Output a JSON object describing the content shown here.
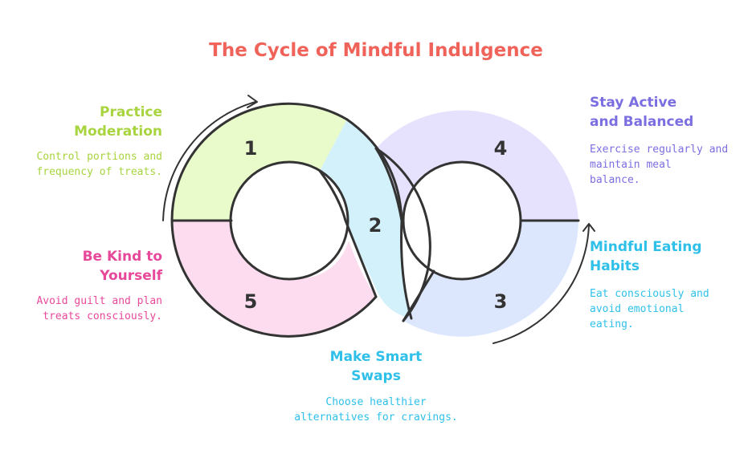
{
  "title": "The Cycle of Mindful Indulgence",
  "colors": {
    "title": "#f0635a",
    "outline": "#333333",
    "step1": "#a8d43f",
    "step2": "#2fc0ea",
    "step3": "#2fc0ea",
    "step4": "#7b6ee0",
    "step5": "#e8489a",
    "fill1": "#eafbcb",
    "fill2": "#d2f1fb",
    "fill3": "#dce6fd",
    "fill4": "#e6e1fc",
    "fill5": "#fcdcee"
  },
  "steps": [
    {
      "number": "1",
      "heading_lines": [
        "Practice",
        "Moderation"
      ],
      "desc_lines": [
        "Control portions and",
        "frequency of treats."
      ]
    },
    {
      "number": "2",
      "heading_lines": [
        "Make Smart",
        "Swaps"
      ],
      "desc_lines": [
        "Choose healthier",
        "alternatives for cravings."
      ]
    },
    {
      "number": "3",
      "heading_lines": [
        "Mindful Eating",
        "Habits"
      ],
      "desc_lines": [
        "Eat consciously and",
        "avoid emotional",
        "eating."
      ]
    },
    {
      "number": "4",
      "heading_lines": [
        "Stay Active",
        "and Balanced"
      ],
      "desc_lines": [
        "Exercise regularly and",
        "maintain meal",
        "balance."
      ]
    },
    {
      "number": "5",
      "heading_lines": [
        "Be Kind to",
        "Yourself"
      ],
      "desc_lines": [
        "Avoid guilt and plan",
        "treats consciously."
      ]
    }
  ]
}
